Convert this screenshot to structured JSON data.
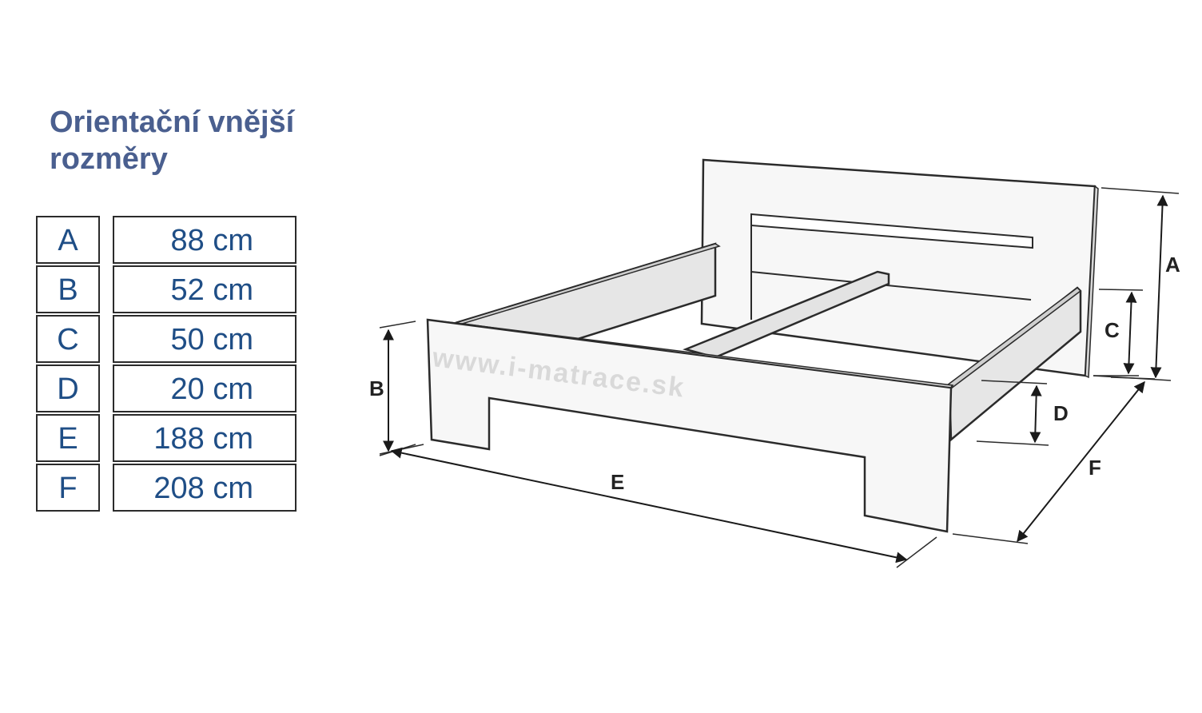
{
  "title": {
    "line1": "Orientační vnější",
    "line2": "rozměry"
  },
  "dimensions": [
    {
      "letter": "A",
      "value": "88 cm"
    },
    {
      "letter": "B",
      "value": "52 cm"
    },
    {
      "letter": "C",
      "value": "50 cm"
    },
    {
      "letter": "D",
      "value": "20 cm"
    },
    {
      "letter": "E",
      "value": "188 cm"
    },
    {
      "letter": "F",
      "value": "208 cm"
    }
  ],
  "diagram": {
    "labels": {
      "A": "A",
      "B": "B",
      "C": "C",
      "D": "D",
      "E": "E",
      "F": "F"
    },
    "watermark": "www.i-matrace.sk"
  },
  "colors": {
    "title": "#4a5f8f",
    "table_text": "#1f4e86",
    "outline": "#2b2b2b",
    "panel_front": "#f7f7f7",
    "panel_side": "#e3e3e3"
  }
}
